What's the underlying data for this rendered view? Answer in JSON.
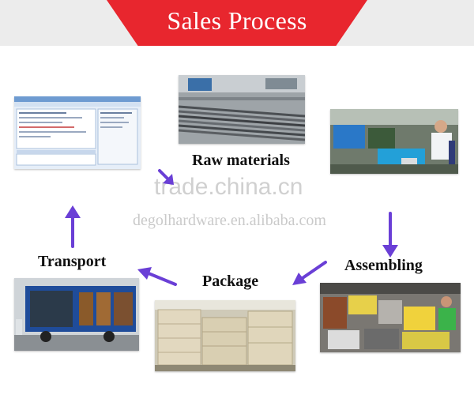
{
  "header": {
    "title": "Sales Process"
  },
  "steps": {
    "raw_materials": {
      "label": "Raw materials"
    },
    "assembling": {
      "label": "Assembling"
    },
    "package": {
      "label": "Package"
    },
    "transport": {
      "label": "Transport"
    }
  },
  "watermarks": {
    "site": "trade.china.cn",
    "domain": "degolhardware.en.alibaba.com"
  },
  "colors": {
    "banner": "#e8262e",
    "arrow": "#6a3fd6",
    "label": "#111111"
  },
  "icons": {
    "arrow": "arrow-icon"
  }
}
